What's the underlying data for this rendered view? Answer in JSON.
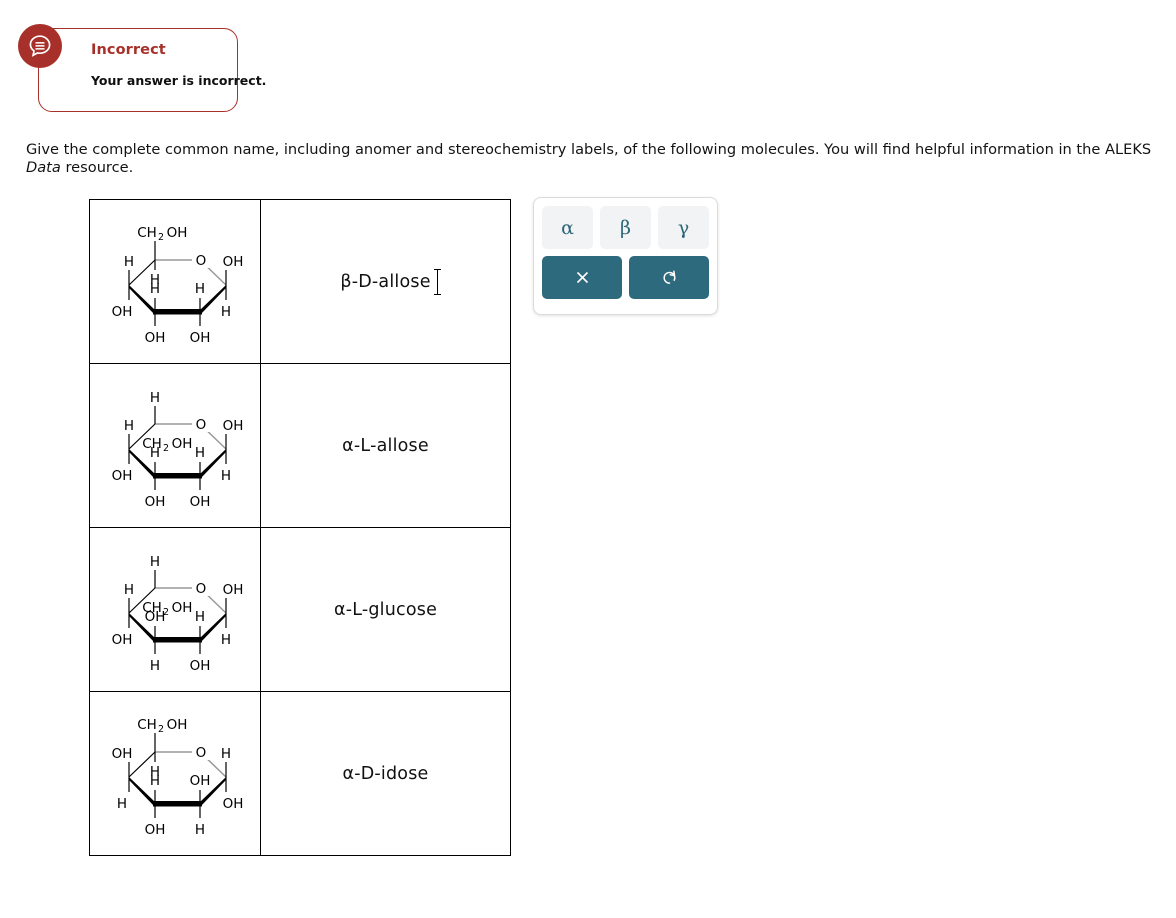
{
  "alert": {
    "icon": "speech-bubble-icon",
    "title": "Incorrect",
    "message": "Your answer is incorrect.",
    "accent_color": "#a8302a"
  },
  "prompt": {
    "part1": "Give the complete common name, including anomer and stereochemistry labels, of the following molecules. You will find helpful information in the ALEKS ",
    "emphasis": "Data",
    "part2": " resource."
  },
  "table": {
    "rows": [
      {
        "structure_name": "haworth-beta-d-allose",
        "answer": "β-D-allose",
        "has_caret": true,
        "labels": {
          "c5_up": "CH2OH",
          "c5_up_main": "CH",
          "c5_up_sub": "2",
          "c5_up_tail": "OH",
          "c5_down": "H",
          "c4_up": "H",
          "c4_down": "OH",
          "c3_up": "H",
          "c3_down": "OH",
          "c2_up": "H",
          "c2_down": "OH",
          "c1_up": "OH",
          "c1_down": "H",
          "ring_o": "O"
        }
      },
      {
        "structure_name": "haworth-alpha-l-allose",
        "answer": "α-L-allose",
        "has_caret": false,
        "labels": {
          "c5_up": "H",
          "c5_down": "CH2OH",
          "c5_down_main": "CH",
          "c5_down_sub": "2",
          "c5_down_tail": "OH",
          "c4_up": "H",
          "c4_down": "OH",
          "c3_up": "H",
          "c3_down": "OH",
          "c2_up": "H",
          "c2_down": "OH",
          "c1_up": "OH",
          "c1_down": "H",
          "ring_o": "O"
        }
      },
      {
        "structure_name": "haworth-alpha-l-glucose",
        "answer": "α-L-glucose",
        "has_caret": false,
        "labels": {
          "c5_up": "H",
          "c5_down": "CH2OH",
          "c5_down_main": "CH",
          "c5_down_sub": "2",
          "c5_down_tail": "OH",
          "c4_up": "H",
          "c4_down": "OH",
          "c3_up": "OH",
          "c3_down": "H",
          "c2_up": "H",
          "c2_down": "OH",
          "c1_up": "OH",
          "c1_down": "H",
          "ring_o": "O"
        }
      },
      {
        "structure_name": "haworth-alpha-d-idose",
        "answer": "α-D-idose",
        "has_caret": false,
        "labels": {
          "c5_up": "CH2OH",
          "c5_up_main": "CH",
          "c5_up_sub": "2",
          "c5_up_tail": "OH",
          "c5_down": "H",
          "c4_up": "OH",
          "c4_down": "H",
          "c3_up": "H",
          "c3_down": "OH",
          "c2_up": "OH",
          "c2_down": "H",
          "c1_up": "H",
          "c1_down": "OH",
          "ring_o": "O"
        }
      }
    ]
  },
  "palette": {
    "greek": [
      {
        "name": "alpha-button",
        "label": "α"
      },
      {
        "name": "beta-button",
        "label": "β"
      },
      {
        "name": "gamma-button",
        "label": "γ"
      }
    ],
    "actions": [
      {
        "name": "clear-button",
        "label": "×",
        "icon": "close-icon"
      },
      {
        "name": "undo-button",
        "label": "↺",
        "icon": "undo-icon"
      }
    ],
    "button_bg": "#f1f3f4",
    "greek_color": "#2d6679",
    "action_bg": "#2e6a7d"
  }
}
